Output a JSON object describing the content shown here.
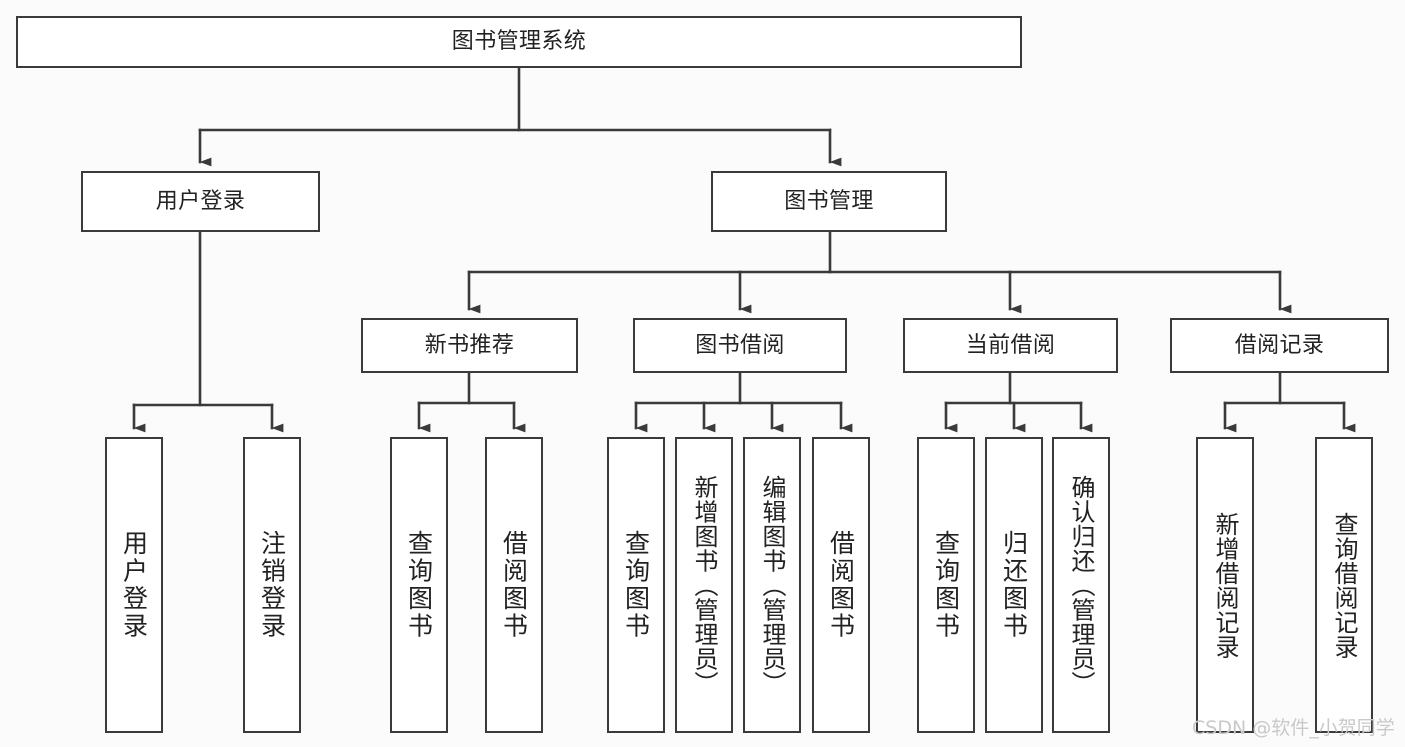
{
  "diagram": {
    "title": "图书管理系统",
    "type": "tree-hierarchy",
    "colors": {
      "background": "#fbfbfb",
      "node_fill": "#ffffff",
      "node_stroke": "#3a3a3a",
      "text": "#222222",
      "watermark": "#c9c9c9"
    },
    "root": {
      "label": "图书管理系统"
    },
    "level1": [
      {
        "label": "用户登录"
      },
      {
        "label": "图书管理"
      }
    ],
    "level2": [
      {
        "label": "新书推荐"
      },
      {
        "label": "图书借阅"
      },
      {
        "label": "当前借阅"
      },
      {
        "label": "借阅记录"
      }
    ],
    "leaves": {
      "user_login": [
        {
          "label": "用户登录"
        },
        {
          "label": "注销登录"
        }
      ],
      "new_book_recommend": [
        {
          "label": "查询图书"
        },
        {
          "label": "借阅图书"
        }
      ],
      "book_borrow": [
        {
          "label": "查询图书"
        },
        {
          "label": "新增图书（管理员）"
        },
        {
          "label": "编辑图书（管理员）"
        },
        {
          "label": "借阅图书"
        }
      ],
      "current_borrow": [
        {
          "label": "查询图书"
        },
        {
          "label": "归还图书"
        },
        {
          "label": "确认归还（管理员）"
        }
      ],
      "borrow_record": [
        {
          "label": "新增借阅记录"
        },
        {
          "label": "查询借阅记录"
        }
      ]
    }
  },
  "watermark": {
    "text": "CSDN @软件_小贺同学"
  }
}
